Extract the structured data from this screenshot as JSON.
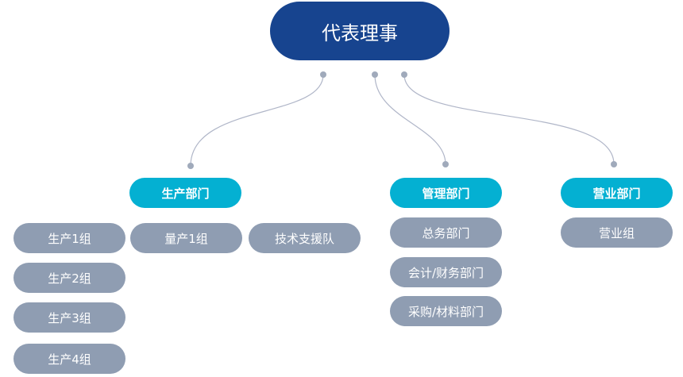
{
  "root": {
    "label": "代表理事"
  },
  "departments": [
    {
      "label": "生产部门",
      "teams": [
        "生产1组",
        "生产2组",
        "生产3组",
        "生产4组",
        "量产1组",
        "技术支援队"
      ]
    },
    {
      "label": "管理部门",
      "teams": [
        "总务部门",
        "会计/财务部门",
        "采购/材料部门"
      ]
    },
    {
      "label": "营业部门",
      "teams": [
        "营业组"
      ]
    }
  ],
  "colors": {
    "root": "#17448f",
    "department": "#04b0d2",
    "team": "#8f9db2",
    "connector": "#a0aabb"
  }
}
